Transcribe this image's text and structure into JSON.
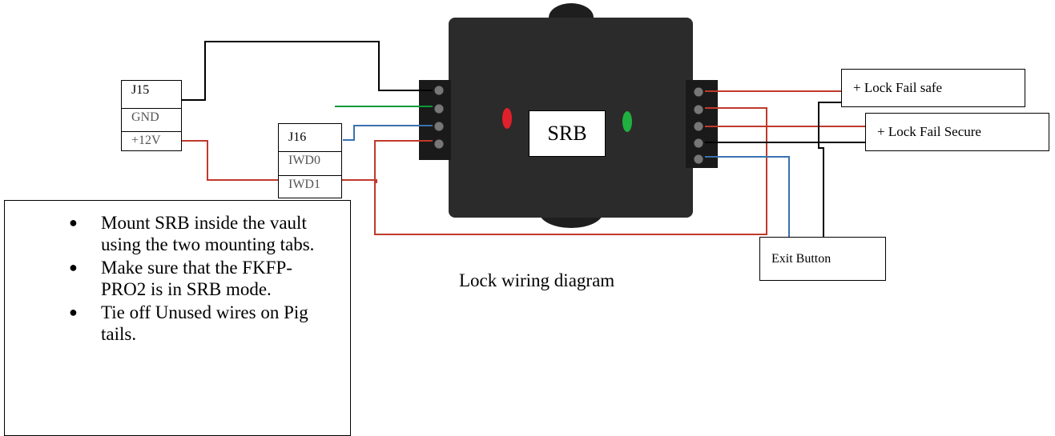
{
  "srb": {
    "label": "SRB"
  },
  "caption": "Lock wiring diagram",
  "j15": {
    "header": "J15",
    "pins": [
      "GND",
      "+12V"
    ]
  },
  "j16": {
    "header": "J16",
    "pins": [
      "IWD0",
      "IWD1"
    ]
  },
  "outputs": {
    "fail_safe": "+ Lock Fail safe",
    "fail_secure": "+ Lock Fail Secure",
    "exit_button": "Exit Button"
  },
  "notes": [
    "Mount SRB inside the vault using the two mounting tabs.",
    "Make sure that the FKFP-PRO2 is in SRB mode.",
    "Tie off Unused wires on Pig tails."
  ],
  "colors": {
    "wire_black": "#000000",
    "wire_red": "#c0392b",
    "wire_green": "#0a9a3a",
    "wire_blue": "#3a72b0",
    "device_body": "#2b2b2b",
    "led_red": "#e0202a",
    "led_green": "#20b040"
  },
  "icons": [
    "bullet-icon"
  ]
}
